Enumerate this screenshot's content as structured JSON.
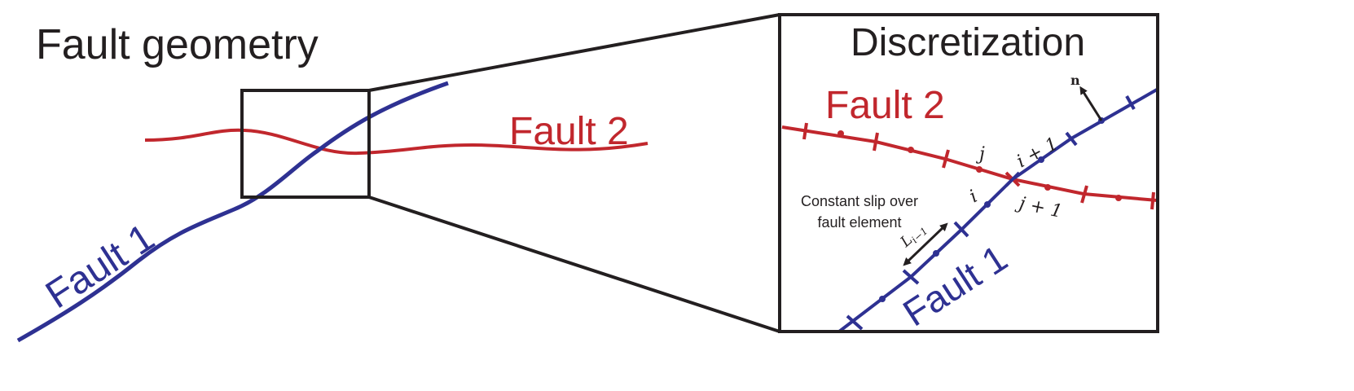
{
  "left_panel": {
    "title": "Fault geometry",
    "fault1_label": "Fault 1",
    "fault2_label": "Fault 2"
  },
  "right_panel": {
    "title": "Discretization",
    "fault1_label": "Fault 1",
    "fault2_label": "Fault 2",
    "annotation_line1": "Constant slip over",
    "annotation_line2": "fault element",
    "normal_label": "n",
    "index_i": "i",
    "index_i_plus_1": "i + 1",
    "index_j": "j",
    "index_j_plus_1": "j + 1",
    "element_length_label": "L",
    "element_length_subscript": "i−1"
  },
  "colors": {
    "fault1": "#2e3192",
    "fault2": "#c1272d",
    "frame": "#231f20",
    "text": "#231f20"
  }
}
